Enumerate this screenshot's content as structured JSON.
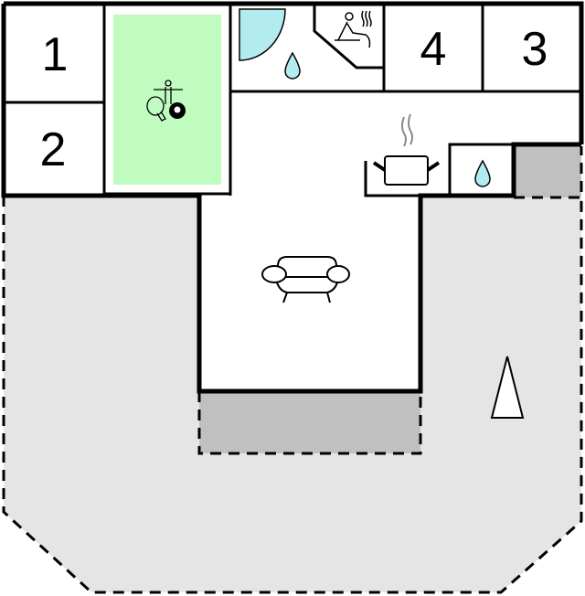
{
  "floorplan": {
    "rooms": [
      {
        "id": "bedroom-1",
        "label": "1"
      },
      {
        "id": "bedroom-2",
        "label": "2"
      },
      {
        "id": "bedroom-4",
        "label": "4"
      },
      {
        "id": "bedroom-3",
        "label": "3"
      }
    ],
    "areas": {
      "activity_room": {
        "icons": [
          "table-tennis-icon",
          "foosball-icon",
          "billiard-ball-icon"
        ],
        "fill": "#c0fcc0"
      },
      "bathroom": {
        "icons": [
          "shower-icon",
          "water-drop-icon"
        ],
        "fill": "#b3ecf0"
      },
      "sauna": {
        "icons": [
          "sauna-icon"
        ]
      },
      "kitchen": {
        "icons": [
          "cooking-pot-icon"
        ]
      },
      "utility": {
        "icons": [
          "water-drop-icon"
        ]
      },
      "living_room": {
        "icons": [
          "sofa-icon"
        ]
      },
      "terrace": {
        "fill": "#e5e5e5"
      },
      "covered_terrace": {
        "fill": "#c0c0c0"
      }
    },
    "compass": {
      "icon": "north-arrow-icon"
    },
    "colors": {
      "wall": "#000000",
      "terrace": "#e5e5e5",
      "covered": "#c0c0c0",
      "activity": "#c0fcc0",
      "water": "#b3ecf0"
    }
  }
}
